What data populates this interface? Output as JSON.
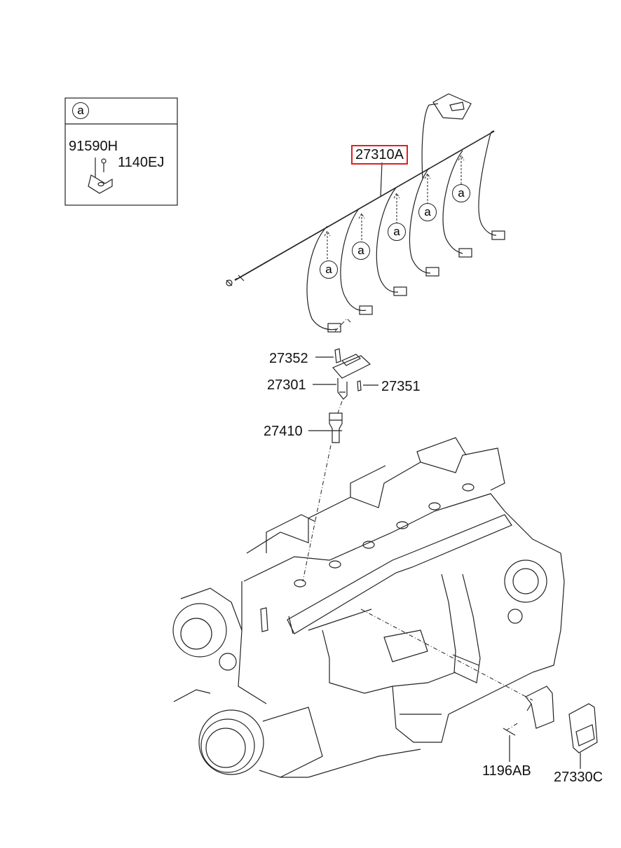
{
  "legend": {
    "marker": "a",
    "parts": [
      "91590H",
      "1140EJ"
    ]
  },
  "callouts": {
    "harness": "27310A",
    "bolt": "27352",
    "coil": "27301",
    "pin": "27351",
    "spark_plug": "27410",
    "bracket_bolt": "1196AB",
    "module": "27330C"
  },
  "clip_marker": "a",
  "highlight_color": "#e02020"
}
